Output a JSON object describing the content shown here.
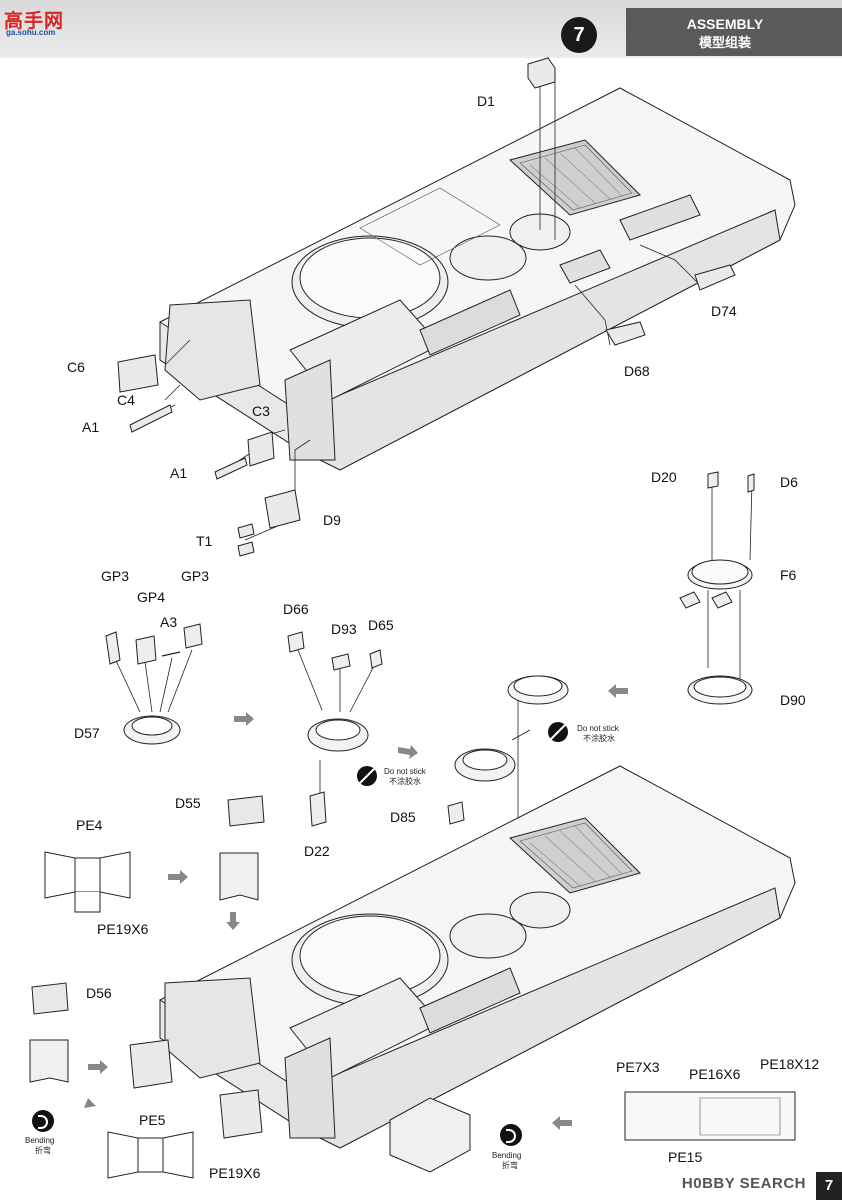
{
  "header": {
    "step_number": "7",
    "title_en": "ASSEMBLY",
    "title_cn": "模型组装",
    "logo_text": "高手网",
    "logo_url": "ga.sohu.com"
  },
  "parts": {
    "D1": "D1",
    "D74": "D74",
    "D68": "D68",
    "C6": "C6",
    "C4": "C4",
    "A1_top": "A1",
    "C3": "C3",
    "A1_bottom": "A1",
    "D9": "D9",
    "T1": "T1",
    "D20": "D20",
    "D6": "D6",
    "F6": "F6",
    "D90": "D90",
    "GP3_left": "GP3",
    "GP3_right": "GP3",
    "GP4": "GP4",
    "A3": "A3",
    "D57": "D57",
    "D66": "D66",
    "D93": "D93",
    "D65": "D65",
    "D22": "D22",
    "D55": "D55",
    "D85": "D85",
    "PE4": "PE4",
    "PE19X6_top": "PE19X6",
    "D56": "D56",
    "PE5": "PE5",
    "PE19X6_bottom": "PE19X6",
    "PE7X3": "PE7X3",
    "PE16X6": "PE16X6",
    "PE18X12": "PE18X12",
    "PE15": "PE15"
  },
  "notes": {
    "no_stick_1_en": "Do not stick",
    "no_stick_1_cn": "不涂胶水",
    "no_stick_2_en": "Do not stick",
    "no_stick_2_cn": "不涂胶水",
    "bending_1_en": "Bending",
    "bending_1_cn": "折弯",
    "bending_2_en": "Bending",
    "bending_2_cn": "折弯"
  },
  "footer": {
    "watermark": "H0BBY SEARCH",
    "page_number": "7"
  }
}
